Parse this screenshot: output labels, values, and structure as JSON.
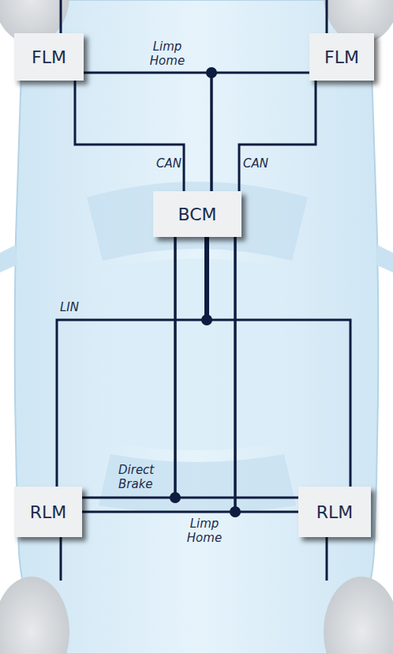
{
  "diagram": {
    "nodes": [
      {
        "text": [
          "FLM"
        ]
      },
      {
        "text": [
          "FLM"
        ]
      },
      {
        "text": [
          "BCM"
        ]
      },
      {
        "text": [
          "RLM"
        ]
      },
      {
        "text": [
          "RLM"
        ]
      }
    ],
    "edges": [
      {
        "from": 0,
        "to": 2,
        "arrow": "none",
        "label": "CAN"
      },
      {
        "from": 1,
        "to": 2,
        "arrow": "none",
        "label": "CAN"
      },
      {
        "from": 0,
        "to": 2,
        "arrow": "none",
        "label": "Limp Home"
      },
      {
        "from": 1,
        "to": 2,
        "arrow": "none"
      },
      {
        "from": 2,
        "to": 3,
        "arrow": "none",
        "label": "LIN"
      },
      {
        "from": 2,
        "to": 4,
        "arrow": "none"
      },
      {
        "from": 2,
        "to": 3,
        "arrow": "none",
        "label": "Direct Brake"
      },
      {
        "from": 2,
        "to": 4,
        "arrow": "none"
      },
      {
        "from": 2,
        "to": 3,
        "arrow": "none",
        "label": "Limp Home"
      },
      {
        "from": 2,
        "to": 4,
        "arrow": "none"
      }
    ]
  }
}
